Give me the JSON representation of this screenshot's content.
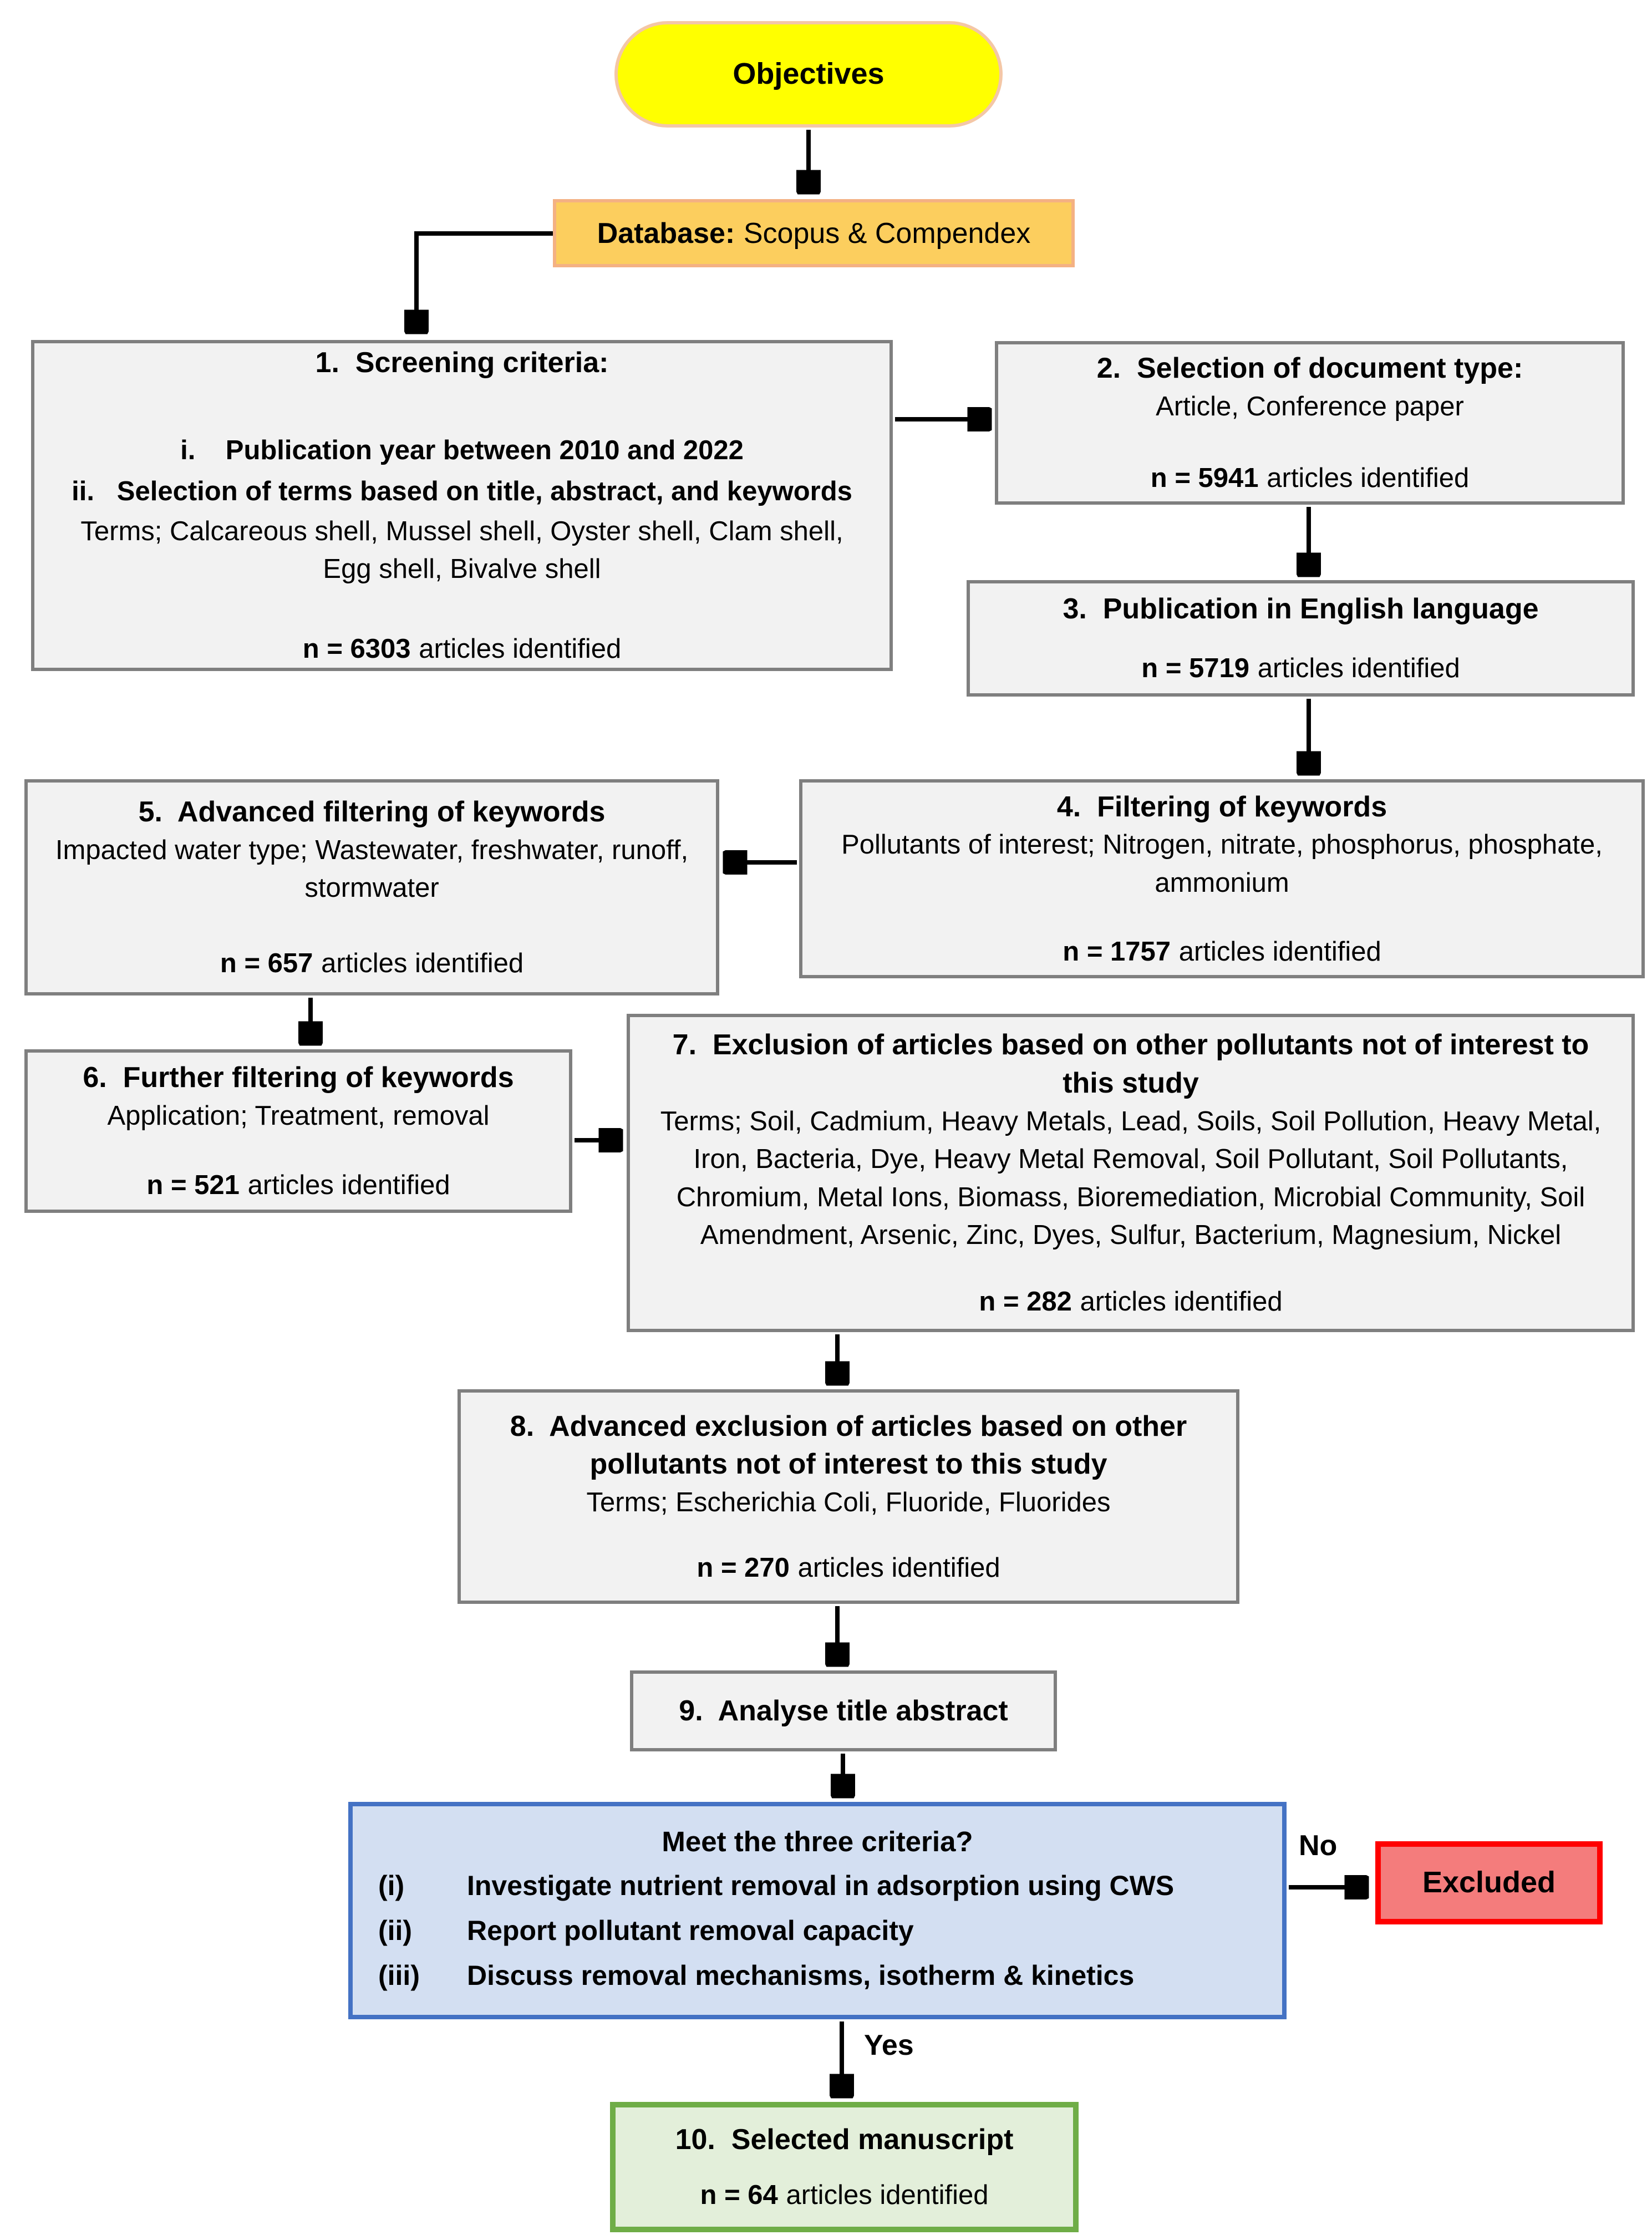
{
  "flowchart": {
    "colors": {
      "objectives_fill": "#FFFF00",
      "objectives_border": "#F4C7A6",
      "database_fill": "#FCCE5E",
      "database_border": "#F4B183",
      "step_fill": "#F2F2F2",
      "step_border": "#7F7F7F",
      "decision_fill": "#D3DFF2",
      "decision_border": "#4472C4",
      "excluded_fill": "#F47C7C",
      "excluded_border": "#FF0000",
      "selected_fill": "#E3EFDA",
      "selected_border": "#6FAD47",
      "arrow": "#000000"
    },
    "nodes": {
      "objectives": {
        "label": "Objectives"
      },
      "database": {
        "label_bold": "Database:",
        "label_rest": "Scopus & Compendex"
      },
      "step1": {
        "title": "1.  Screening criteria:",
        "items": [
          "i.    Publication year between 2010 and 2022",
          "ii.   Selection of terms based on title, abstract, and keywords"
        ],
        "body": "Terms; Calcareous shell, Mussel shell, Oyster shell, Clam shell, Egg shell, Bivalve shell",
        "n": "n = 6303",
        "n_suffix": "articles identified"
      },
      "step2": {
        "title": "2.  Selection of document type:",
        "body": "Article, Conference paper",
        "n": "n = 5941",
        "n_suffix": "articles identified"
      },
      "step3": {
        "title": "3.  Publication in English language",
        "n": "n = 5719",
        "n_suffix": "articles identified"
      },
      "step4": {
        "title": "4.  Filtering of keywords",
        "body": "Pollutants of interest; Nitrogen, nitrate, phosphorus, phosphate, ammonium",
        "n": "n = 1757",
        "n_suffix": "articles identified"
      },
      "step5": {
        "title": "5.  Advanced filtering of keywords",
        "body": "Impacted water type; Wastewater, freshwater, runoff, stormwater",
        "n": "n = 657",
        "n_suffix": "articles identified"
      },
      "step6": {
        "title": "6.  Further filtering of keywords",
        "body": "Application; Treatment, removal",
        "n": "n = 521",
        "n_suffix": "articles identified"
      },
      "step7": {
        "title": "7.  Exclusion of articles based on other pollutants not of interest to this study",
        "body": "Terms; Soil, Cadmium, Heavy Metals, Lead, Soils, Soil Pollution, Heavy Metal, Iron, Bacteria, Dye, Heavy Metal Removal, Soil Pollutant, Soil Pollutants, Chromium, Metal Ions, Biomass, Bioremediation, Microbial Community, Soil Amendment, Arsenic, Zinc, Dyes, Sulfur, Bacterium, Magnesium, Nickel",
        "n": "n = 282",
        "n_suffix": "articles identified"
      },
      "step8": {
        "title": "8.  Advanced exclusion of articles based on other pollutants not of interest to this study",
        "body": "Terms; Escherichia Coli, Fluoride, Fluorides",
        "n": "n = 270",
        "n_suffix": "articles identified"
      },
      "step9": {
        "title": "9.  Analyse title abstract"
      },
      "decision": {
        "title": "Meet the three criteria?",
        "items": [
          {
            "m": "(i)",
            "t": "Investigate nutrient removal in adsorption using CWS"
          },
          {
            "m": "(ii)",
            "t": "Report pollutant removal capacity"
          },
          {
            "m": "(iii)",
            "t": "Discuss removal mechanisms, isotherm & kinetics"
          }
        ]
      },
      "excluded": {
        "label": "Excluded"
      },
      "step10": {
        "title": "10.  Selected manuscript",
        "n": "n = 64",
        "n_suffix": "articles identified"
      }
    },
    "edge_labels": {
      "no": "No",
      "yes": "Yes"
    }
  }
}
